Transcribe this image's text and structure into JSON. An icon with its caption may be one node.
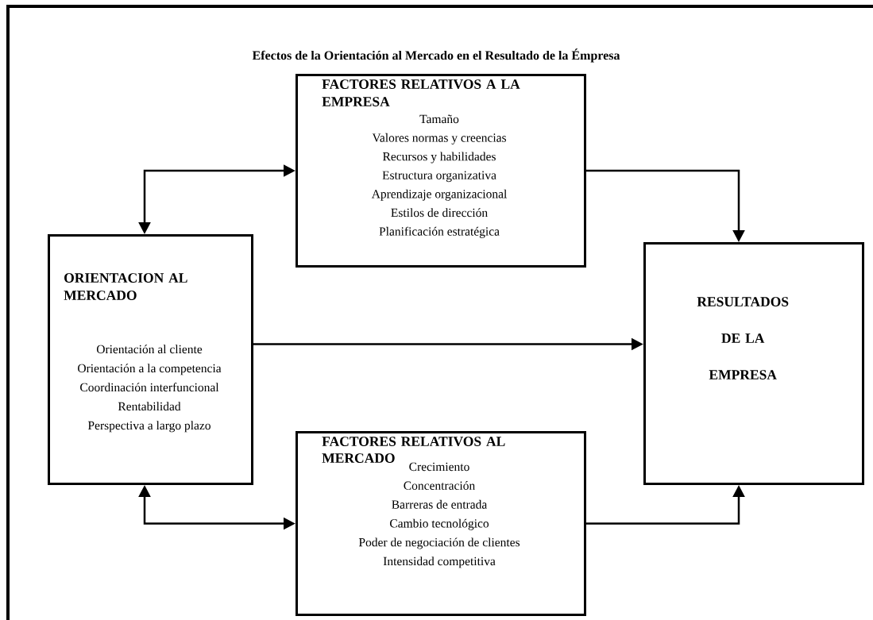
{
  "diagram": {
    "title": "Efectos de la Orientación al Mercado en el Resultado de la Émpresa",
    "nodes": [
      {
        "text": [
          "FACTORES RELATIVOS A LA EMPRESA",
          "Tamaño",
          "Valores normas y creencias",
          "Recursos y habilidades",
          "Estructura organizativa",
          "Aprendizaje organizacional",
          "Estilos de dirección",
          "Planificación estratégica"
        ]
      },
      {
        "text": [
          "ORIENTACION AL MERCADO",
          "Orientación al cliente",
          "Orientación a la competencia",
          "Coordinación interfuncional",
          "Rentabilidad",
          "Perspectiva a largo plazo"
        ]
      },
      {
        "text": [
          "RESULTADOS DE LA EMPRESA"
        ]
      },
      {
        "text": [
          "FACTORES RELATIVOS AL MERCADO",
          "Crecimiento",
          "Concentración",
          "Barreras de entrada",
          "Cambio tecnológico",
          "Poder de negociación de clientes",
          "Intensidad competitiva"
        ]
      }
    ],
    "edges": [
      {
        "from": 1,
        "to": 0,
        "arrow": "both"
      },
      {
        "from": 0,
        "to": 2,
        "arrow": "to"
      },
      {
        "from": 1,
        "to": 2,
        "arrow": "to"
      },
      {
        "from": 1,
        "to": 3,
        "arrow": "both"
      },
      {
        "from": 3,
        "to": 2,
        "arrow": "to"
      }
    ]
  }
}
